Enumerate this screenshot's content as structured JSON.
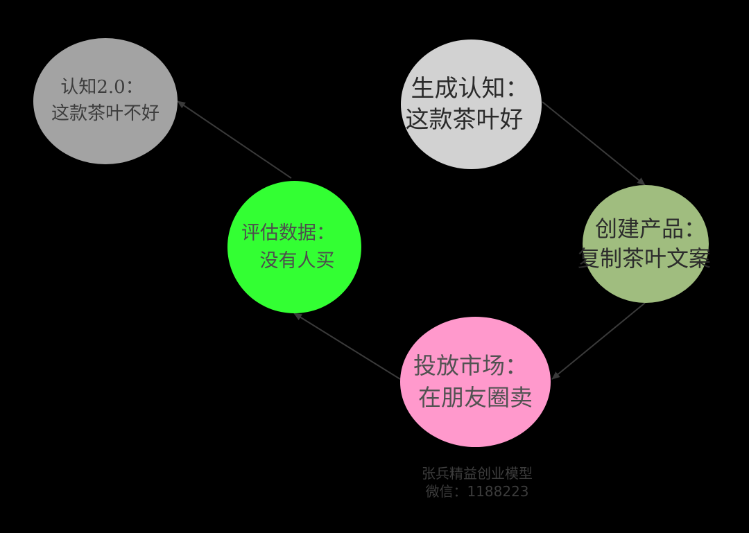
{
  "colors": {
    "background": "#000000",
    "arrow": "#3a3a3a",
    "watermark_text": "#3c3c3c"
  },
  "nodes": {
    "cognition_2": {
      "line1": "认知2.0：",
      "line2": "这款茶叶不好",
      "fill": "#a3a3a3",
      "text_color": "#3d3d3d"
    },
    "generate_cognition": {
      "line1": "生成认知：",
      "line2": "这款茶叶好",
      "fill": "#d2d2d2",
      "text_color": "#2a2a2a"
    },
    "create_product": {
      "line1": "创建产品：",
      "line2": "复制茶叶文案",
      "fill": "#a0bd7f",
      "text_color": "#2c2c2c"
    },
    "evaluate_data": {
      "line1": "评估数据：",
      "line2": "没有人买",
      "fill": "#33ff33",
      "text_color": "#4d4d4d"
    },
    "launch_market": {
      "line1": "投放市场：",
      "line2": "在朋友圈卖",
      "fill": "#ff99cc",
      "text_color": "#525252"
    }
  },
  "watermark": {
    "line1": "张兵精益创业模型",
    "line2": "微信：1188223"
  }
}
